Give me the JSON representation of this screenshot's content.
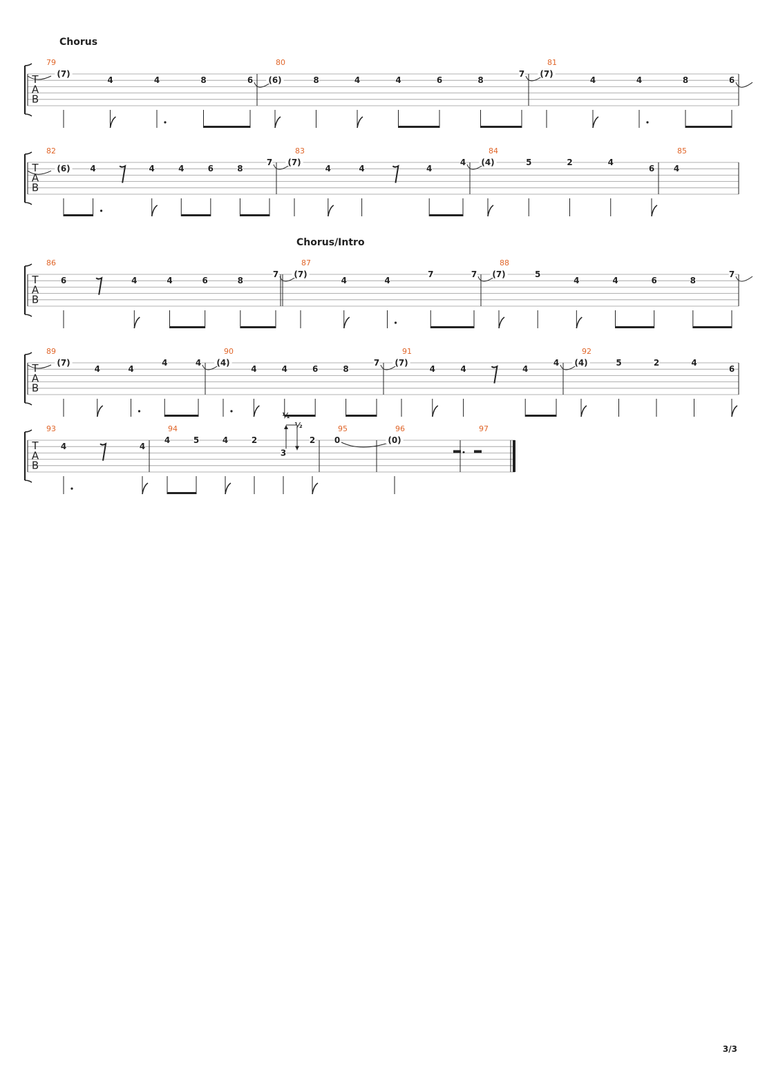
{
  "page": {
    "number": "3/3"
  },
  "colors": {
    "measure_number": "#E0662A",
    "ink": "#222222",
    "staff_line": "#999999"
  },
  "clef_letters": [
    "T",
    "A",
    "B"
  ],
  "sections": [
    "Chorus",
    "Chorus/Intro"
  ],
  "systems": [
    {
      "measures": [
        {
          "number": "79",
          "beats": [
            {
              "fret": "(7)",
              "string": 1,
              "dur": "q",
              "tied_in": true
            },
            {
              "fret": "4",
              "string": 2,
              "dur": "8"
            },
            {
              "fret": "4",
              "string": 2,
              "dur": "q.",
              "dot": true
            },
            {
              "fret": "8",
              "string": 2,
              "dur": "8",
              "beam_start": true
            },
            {
              "fret": "6",
              "string": 2,
              "dur": "8",
              "beam_end": true,
              "tie_out": true
            }
          ]
        },
        {
          "number": "80",
          "beats": [
            {
              "fret": "(6)",
              "string": 2,
              "dur": "8"
            },
            {
              "fret": "8",
              "string": 2,
              "dur": "q"
            },
            {
              "fret": "4",
              "string": 2,
              "dur": "8"
            },
            {
              "fret": "4",
              "string": 2,
              "dur": "8",
              "beam_start": true
            },
            {
              "fret": "6",
              "string": 2,
              "dur": "8",
              "beam_end": true
            },
            {
              "fret": "8",
              "string": 2,
              "dur": "8",
              "beam_start": true
            },
            {
              "fret": "7",
              "string": 1,
              "dur": "8",
              "beam_end": true,
              "tie_out": true
            }
          ]
        },
        {
          "number": "81",
          "beats": [
            {
              "fret": "(7)",
              "string": 1,
              "dur": "q"
            },
            {
              "fret": "4",
              "string": 2,
              "dur": "8"
            },
            {
              "fret": "4",
              "string": 2,
              "dur": "q.",
              "dot": true
            },
            {
              "fret": "8",
              "string": 2,
              "dur": "8",
              "beam_start": true
            },
            {
              "fret": "6",
              "string": 2,
              "dur": "8",
              "beam_end": true,
              "tie_out": true
            }
          ]
        }
      ]
    },
    {
      "measures": [
        {
          "number": "82",
          "beats": [
            {
              "fret": "(6)",
              "string": 2,
              "dur": "8",
              "beam_start": true,
              "tied_in": true
            },
            {
              "fret": "4",
              "string": 2,
              "dur": "8",
              "beam_end": true,
              "dot": true
            },
            {
              "rest": "16"
            },
            {
              "fret": "4",
              "string": 2,
              "dur": "8"
            },
            {
              "fret": "4",
              "string": 2,
              "dur": "8",
              "beam_start": true
            },
            {
              "fret": "6",
              "string": 2,
              "dur": "8",
              "beam_end": true
            },
            {
              "fret": "8",
              "string": 2,
              "dur": "8",
              "beam_start": true
            },
            {
              "fret": "7",
              "string": 1,
              "dur": "8",
              "beam_end": true,
              "tie_out": true
            }
          ]
        },
        {
          "number": "83",
          "beats": [
            {
              "fret": "(7)",
              "string": 1,
              "dur": "q"
            },
            {
              "fret": "4",
              "string": 2,
              "dur": "8"
            },
            {
              "fret": "4",
              "string": 2,
              "dur": "q"
            },
            {
              "rest": "8"
            },
            {
              "fret": "4",
              "string": 2,
              "dur": "8",
              "beam_start": true
            },
            {
              "fret": "4",
              "string": 1,
              "dur": "8",
              "beam_end": true,
              "tie_out": true
            }
          ]
        },
        {
          "number": "84",
          "beats": [
            {
              "fret": "(4)",
              "string": 1,
              "dur": "8"
            },
            {
              "fret": "5",
              "string": 1,
              "dur": "q"
            },
            {
              "fret": "2",
              "string": 1,
              "dur": "q"
            },
            {
              "fret": "4",
              "string": 1,
              "dur": "q"
            },
            {
              "fret": "6",
              "string": 2,
              "dur": "8"
            }
          ]
        },
        {
          "number": "85",
          "beats": [
            {
              "fret": "4",
              "string": 2,
              "dur": "none"
            }
          ]
        }
      ]
    },
    {
      "measures": [
        {
          "number": "86",
          "beats": [
            {
              "fret": "6",
              "string": 2,
              "dur": "q"
            },
            {
              "rest": "8"
            },
            {
              "fret": "4",
              "string": 2,
              "dur": "8"
            },
            {
              "fret": "4",
              "string": 2,
              "dur": "8",
              "beam_start": true
            },
            {
              "fret": "6",
              "string": 2,
              "dur": "8",
              "beam_end": true
            },
            {
              "fret": "8",
              "string": 2,
              "dur": "8",
              "beam_start": true
            },
            {
              "fret": "7",
              "string": 1,
              "dur": "8",
              "beam_end": true,
              "tie_out": true
            }
          ]
        },
        {
          "number": "87",
          "double_bar_before": true,
          "beats": [
            {
              "fret": "(7)",
              "string": 1,
              "dur": "q"
            },
            {
              "fret": "4",
              "string": 2,
              "dur": "8"
            },
            {
              "fret": "4",
              "string": 2,
              "dur": "q.",
              "dot": true
            },
            {
              "fret": "7",
              "string": 1,
              "dur": "8",
              "beam_start": true
            },
            {
              "fret": "7",
              "string": 1,
              "dur": "8",
              "beam_end": true,
              "tie_out": true
            }
          ]
        },
        {
          "number": "88",
          "beats": [
            {
              "fret": "(7)",
              "string": 1,
              "dur": "8"
            },
            {
              "fret": "5",
              "string": 1,
              "dur": "q"
            },
            {
              "fret": "4",
              "string": 2,
              "dur": "8"
            },
            {
              "fret": "4",
              "string": 2,
              "dur": "8",
              "beam_start": true
            },
            {
              "fret": "6",
              "string": 2,
              "dur": "8",
              "beam_end": true
            },
            {
              "fret": "8",
              "string": 2,
              "dur": "8",
              "beam_start": true
            },
            {
              "fret": "7",
              "string": 1,
              "dur": "8",
              "beam_end": true,
              "tie_out": true
            }
          ]
        }
      ]
    },
    {
      "measures": [
        {
          "number": "89",
          "beats": [
            {
              "fret": "(7)",
              "string": 1,
              "dur": "q",
              "tied_in": true
            },
            {
              "fret": "4",
              "string": 2,
              "dur": "8"
            },
            {
              "fret": "4",
              "string": 2,
              "dur": "q.",
              "dot": true
            },
            {
              "fret": "4",
              "string": 1,
              "dur": "8",
              "beam_start": true
            },
            {
              "fret": "4",
              "string": 1,
              "dur": "8",
              "beam_end": true,
              "tie_out": true
            }
          ]
        },
        {
          "number": "90",
          "beats": [
            {
              "fret": "(4)",
              "string": 1,
              "dur": "q.",
              "dot": true
            },
            {
              "fret": "4",
              "string": 2,
              "dur": "8"
            },
            {
              "fret": "4",
              "string": 2,
              "dur": "8",
              "beam_start": true
            },
            {
              "fret": "6",
              "string": 2,
              "dur": "8",
              "beam_end": true
            },
            {
              "fret": "8",
              "string": 2,
              "dur": "8",
              "beam_start": true
            },
            {
              "fret": "7",
              "string": 1,
              "dur": "8",
              "beam_end": true,
              "tie_out": true
            }
          ]
        },
        {
          "number": "91",
          "beats": [
            {
              "fret": "(7)",
              "string": 1,
              "dur": "q"
            },
            {
              "fret": "4",
              "string": 2,
              "dur": "8"
            },
            {
              "fret": "4",
              "string": 2,
              "dur": "q"
            },
            {
              "rest": "8"
            },
            {
              "fret": "4",
              "string": 2,
              "dur": "8",
              "beam_start": true
            },
            {
              "fret": "4",
              "string": 1,
              "dur": "8",
              "beam_end": true,
              "tie_out": true
            }
          ]
        },
        {
          "number": "92",
          "beats": [
            {
              "fret": "(4)",
              "string": 1,
              "dur": "8"
            },
            {
              "fret": "5",
              "string": 1,
              "dur": "q"
            },
            {
              "fret": "2",
              "string": 1,
              "dur": "q"
            },
            {
              "fret": "4",
              "string": 1,
              "dur": "q"
            },
            {
              "fret": "6",
              "string": 2,
              "dur": "8"
            }
          ]
        }
      ]
    },
    {
      "measures": [
        {
          "number": "93",
          "beats": [
            {
              "fret": "4",
              "string": 2,
              "dur": "q.",
              "dot": true
            },
            {
              "rest": "8"
            },
            {
              "fret": "4",
              "string": 2,
              "dur": "8"
            }
          ]
        },
        {
          "number": "94",
          "beats": [
            {
              "fret": "4",
              "string": 1,
              "dur": "8",
              "beam_start": true
            },
            {
              "fret": "5",
              "string": 1,
              "dur": "8",
              "beam_end": true
            },
            {
              "fret": "4",
              "string": 1,
              "dur": "8"
            },
            {
              "fret": "2",
              "string": 1,
              "dur": "q"
            },
            {
              "fret": "3",
              "string": 3,
              "dur": "q",
              "bend": true
            },
            {
              "fret": "2",
              "string": 1,
              "dur": "8"
            }
          ]
        },
        {
          "number": "95",
          "beats": [
            {
              "fret": "0",
              "string": 1,
              "dur": "none",
              "tie_out": true
            }
          ]
        },
        {
          "number": "96",
          "beats": [
            {
              "fret": "(0)",
              "string": 1,
              "dur": "q"
            },
            {
              "rest": "h."
            }
          ]
        },
        {
          "number": "97",
          "final": true,
          "beats": [
            {
              "rest": "w"
            }
          ]
        }
      ]
    }
  ],
  "bend": {
    "up_label": "½",
    "down_label": "½"
  }
}
